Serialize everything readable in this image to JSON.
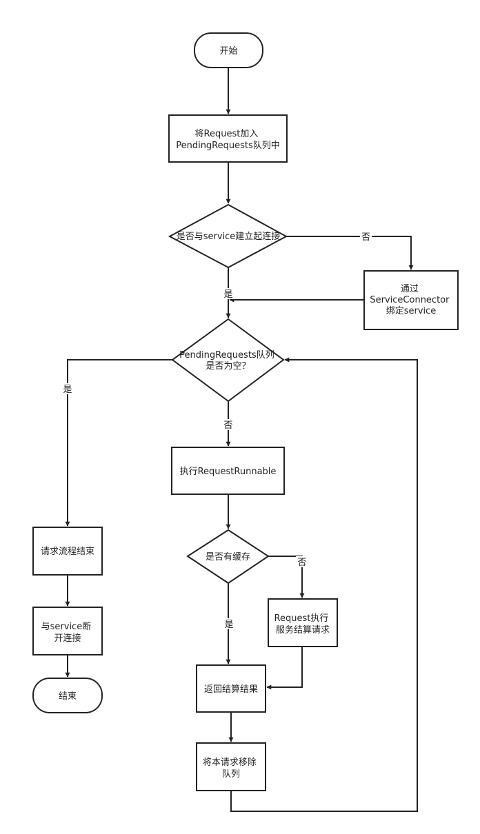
{
  "colors": {
    "stroke": "#222222",
    "fill": "#ffffff",
    "text": "#222222"
  },
  "nodes": {
    "start": {
      "shape": "terminal",
      "lines": [
        "开始"
      ]
    },
    "add_pending": {
      "shape": "process",
      "lines": [
        "将Request加入",
        "PendingRequests队列中"
      ]
    },
    "is_connected": {
      "shape": "decision",
      "lines": [
        "是否与service建立起连接"
      ]
    },
    "bind_service": {
      "shape": "process",
      "lines": [
        "通过",
        "ServiceConnector",
        "绑定service"
      ]
    },
    "queue_empty": {
      "shape": "decision",
      "lines": [
        "PendingRequests队列",
        "是否为空？"
      ]
    },
    "run_runnable": {
      "shape": "process",
      "lines": [
        "执行RequestRunnable"
      ]
    },
    "request_done": {
      "shape": "process",
      "lines": [
        "请求流程结束"
      ]
    },
    "disconnect": {
      "shape": "process",
      "lines": [
        "与service断",
        "开连接"
      ]
    },
    "end": {
      "shape": "terminal",
      "lines": [
        "结束"
      ]
    },
    "has_cache": {
      "shape": "decision",
      "lines": [
        "是否有缓存"
      ]
    },
    "request_server": {
      "shape": "process",
      "lines": [
        "Request执行",
        "服务结算请求"
      ]
    },
    "return_result": {
      "shape": "process",
      "lines": [
        "返回结算结果"
      ]
    },
    "remove_request": {
      "shape": "process",
      "lines": [
        "将本请求移除",
        "队列"
      ]
    }
  },
  "edge_labels": {
    "connected_no": "否",
    "connected_yes": "是",
    "queue_empty_yes": "是",
    "queue_empty_no": "否",
    "cache_no": "否",
    "cache_yes": "是"
  }
}
